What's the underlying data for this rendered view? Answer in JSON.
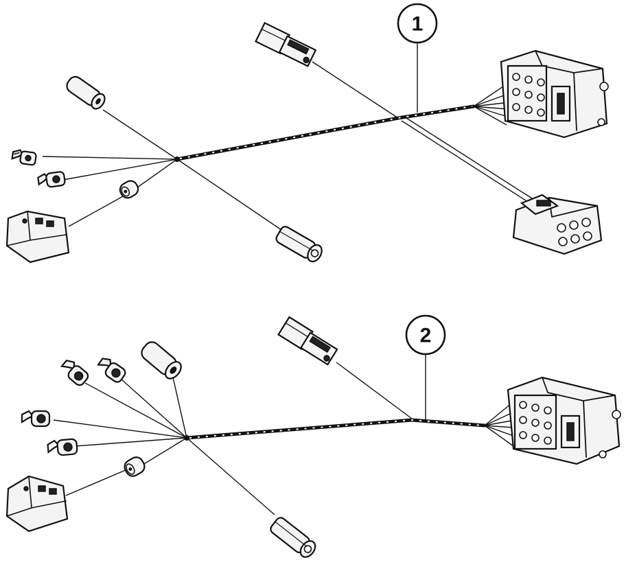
{
  "callouts": [
    {
      "id": "harness-1",
      "label": "1"
    },
    {
      "id": "harness-2",
      "label": "2"
    }
  ]
}
